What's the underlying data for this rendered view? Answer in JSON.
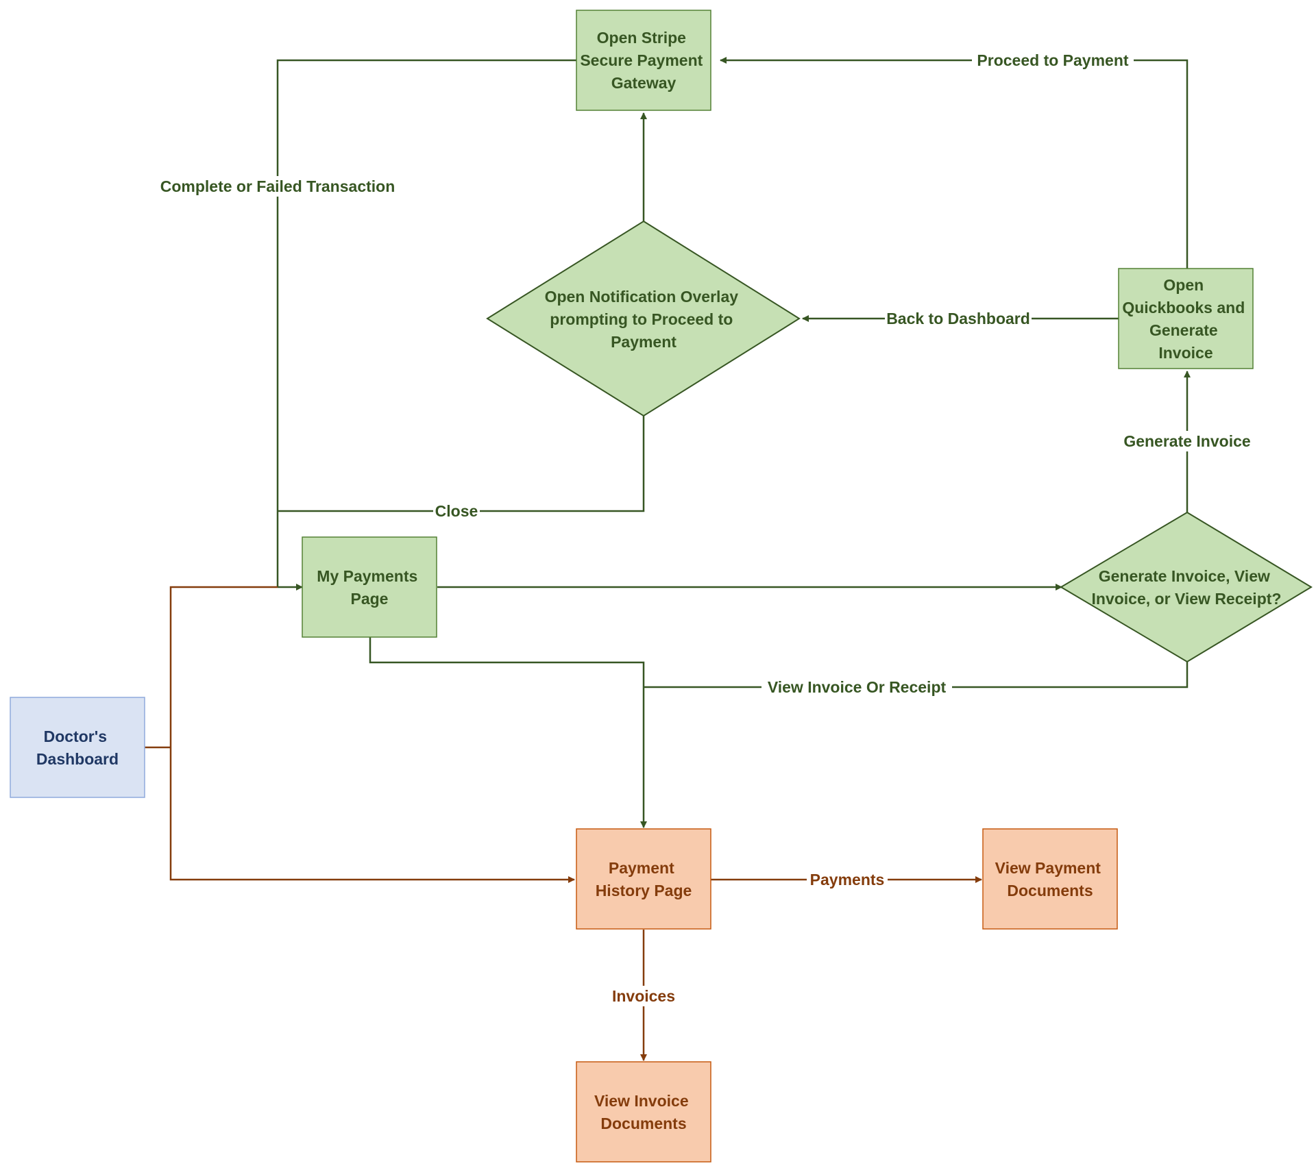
{
  "colors": {
    "green_fill": "#c6e0b4",
    "green_stroke": "#538135",
    "green_text": "#375623",
    "green_line": "#375623",
    "orange_fill": "#f8cbad",
    "orange_stroke": "#c55a11",
    "orange_text": "#843c0c",
    "orange_line": "#843c0c",
    "blue_fill": "#dae3f3",
    "blue_stroke": "#8faadc",
    "blue_text": "#203864",
    "background": "#ffffff"
  },
  "nodes": {
    "stripe_gateway": {
      "lines": [
        "Open Stripe",
        "Secure Payment",
        "Gateway"
      ]
    },
    "notification_overlay": {
      "lines": [
        "Open Notification Overlay",
        "prompting to Proceed to",
        "Payment"
      ]
    },
    "quickbooks_invoice": {
      "lines": [
        "Open",
        "Quickbooks and",
        "Generate",
        "Invoice"
      ]
    },
    "my_payments": {
      "lines": [
        "My Payments",
        "Page"
      ]
    },
    "invoice_decision": {
      "lines": [
        "Generate Invoice, View",
        "Invoice, or View Receipt?"
      ]
    },
    "doctors_dashboard": {
      "lines": [
        "Doctor's",
        "Dashboard"
      ]
    },
    "payment_history": {
      "lines": [
        "Payment",
        "History Page"
      ]
    },
    "payment_documents": {
      "lines": [
        "View Payment",
        "Documents"
      ]
    },
    "invoice_documents": {
      "lines": [
        "View Invoice",
        "Documents"
      ]
    }
  },
  "edges": {
    "proceed_to_payment": "Proceed to Payment",
    "complete_or_failed": "Complete or Failed Transaction",
    "back_to_dashboard": "Back to Dashboard",
    "generate_invoice": "Generate Invoice",
    "close": "Close",
    "view_invoice_or_receipt": "View Invoice Or Receipt",
    "payments": "Payments",
    "invoices": "Invoices"
  }
}
